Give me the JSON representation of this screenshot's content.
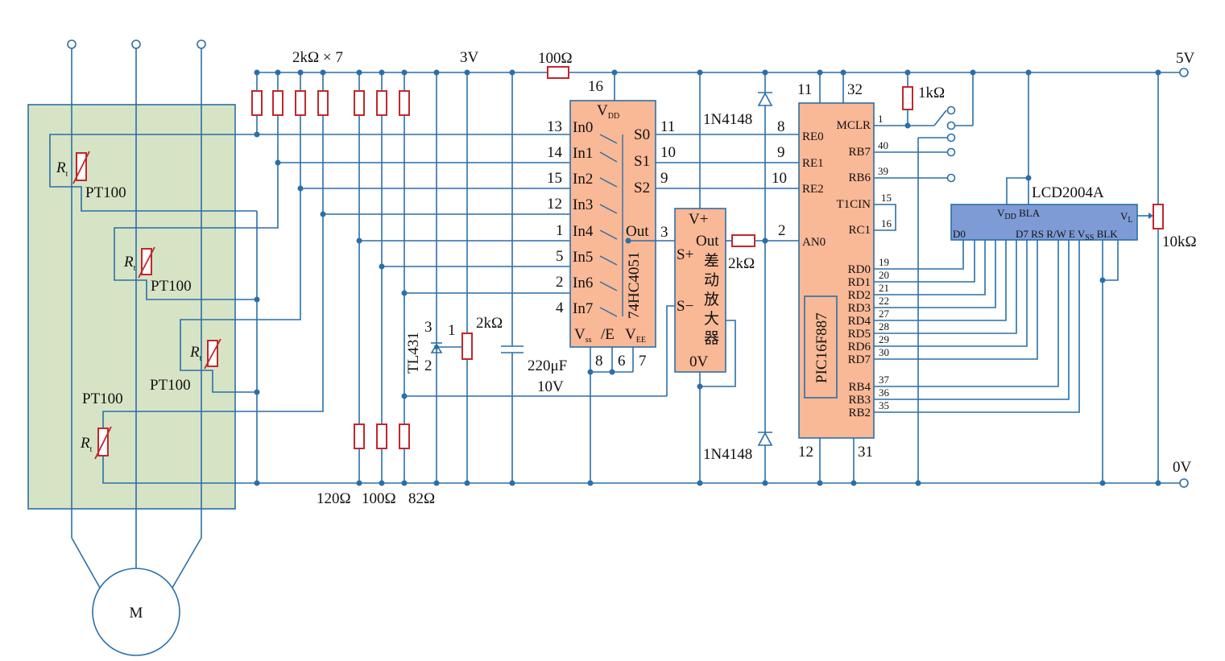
{
  "rails": {
    "v5": "5V",
    "v0": "0V",
    "v3": "3V"
  },
  "resistors": {
    "ladder": "2kΩ × 7",
    "r100_top": "100Ω",
    "r120": "120Ω",
    "r100_bot": "100Ω",
    "r82": "82Ω",
    "pot2k": "2kΩ",
    "r2k_out": "2kΩ",
    "r1k": "1kΩ",
    "pot10k": "10kΩ"
  },
  "sensors": {
    "pt1": "PT100",
    "pt2": "PT100",
    "pt3": "PT100",
    "pt4": "PT100",
    "rt_main": "R",
    "rt_sub": "t",
    "motor": "M"
  },
  "capacitor": {
    "value": "220μF",
    "voltage": "10V"
  },
  "tl431": {
    "name": "TL431",
    "pin3": "3",
    "pin2": "2",
    "pin1": "1"
  },
  "diodes": {
    "d1": "1N4148",
    "d2": "1N4148"
  },
  "mux": {
    "name": "74HC4051",
    "vdd_main": "V",
    "vdd_sub": "DD",
    "pin_vdd": "16",
    "inputs": [
      {
        "label": "In0",
        "pin": "13"
      },
      {
        "label": "In1",
        "pin": "14"
      },
      {
        "label": "In2",
        "pin": "15"
      },
      {
        "label": "In3",
        "pin": "12"
      },
      {
        "label": "In4",
        "pin": "1"
      },
      {
        "label": "In5",
        "pin": "5"
      },
      {
        "label": "In6",
        "pin": "2"
      },
      {
        "label": "In7",
        "pin": "4"
      }
    ],
    "selects": [
      {
        "label": "S0",
        "pin": "11"
      },
      {
        "label": "S1",
        "pin": "10"
      },
      {
        "label": "S2",
        "pin": "9"
      }
    ],
    "out_label": "Out",
    "out_pin": "3",
    "vss_main": "V",
    "vss_sub": "ss",
    "e_label": "/E",
    "vee_main": "V",
    "vee_sub": "EE",
    "pin8": "8",
    "pin6": "6",
    "pin7": "7"
  },
  "amp": {
    "vplus": "V+",
    "out": "Out",
    "splus": "S+",
    "sminus": "S−",
    "name_chars": [
      "差",
      "动",
      "放",
      "大",
      "器"
    ],
    "zero": "0V"
  },
  "mcu": {
    "name": "PIC16F887",
    "pin11": "11",
    "pin32": "32",
    "pin12": "12",
    "pin31": "31",
    "left_pins": [
      {
        "label": "RE0",
        "pin": "8"
      },
      {
        "label": "RE1",
        "pin": "9"
      },
      {
        "label": "RE2",
        "pin": "10"
      },
      {
        "label": "AN0",
        "pin": "2"
      }
    ],
    "right_top": [
      {
        "label": "MCLR",
        "pin": "1"
      },
      {
        "label": "RB7",
        "pin": "40"
      },
      {
        "label": "RB6",
        "pin": "39"
      },
      {
        "label": "T1CIN",
        "pin": "15"
      },
      {
        "label": "RC1",
        "pin": "16"
      }
    ],
    "rd": [
      {
        "label": "RD0",
        "pin": "19"
      },
      {
        "label": "RD1",
        "pin": "20"
      },
      {
        "label": "RD2",
        "pin": "21"
      },
      {
        "label": "RD3",
        "pin": "22"
      },
      {
        "label": "RD4",
        "pin": "27"
      },
      {
        "label": "RD5",
        "pin": "28"
      },
      {
        "label": "RD6",
        "pin": "29"
      },
      {
        "label": "RD7",
        "pin": "30"
      },
      {
        "label": "RB4",
        "pin": "37"
      },
      {
        "label": "RB3",
        "pin": "36"
      },
      {
        "label": "RB2",
        "pin": "35"
      }
    ]
  },
  "lcd": {
    "name": "LCD2004A",
    "vdd_main": "V",
    "vdd_sub": "DD",
    "bla": "BLA",
    "vl_main": "V",
    "vl_sub": "L",
    "d0": "D0",
    "d7rs": "D7 RS R/W E V",
    "vss_sub": "SS",
    "blk": "BLK"
  },
  "colors": {
    "wire": "#2a6fa8",
    "resistor": "#c1272d",
    "chip": "#f9b896",
    "lcd": "#7e9bd6",
    "sensor_panel": "#d6e4c5"
  }
}
